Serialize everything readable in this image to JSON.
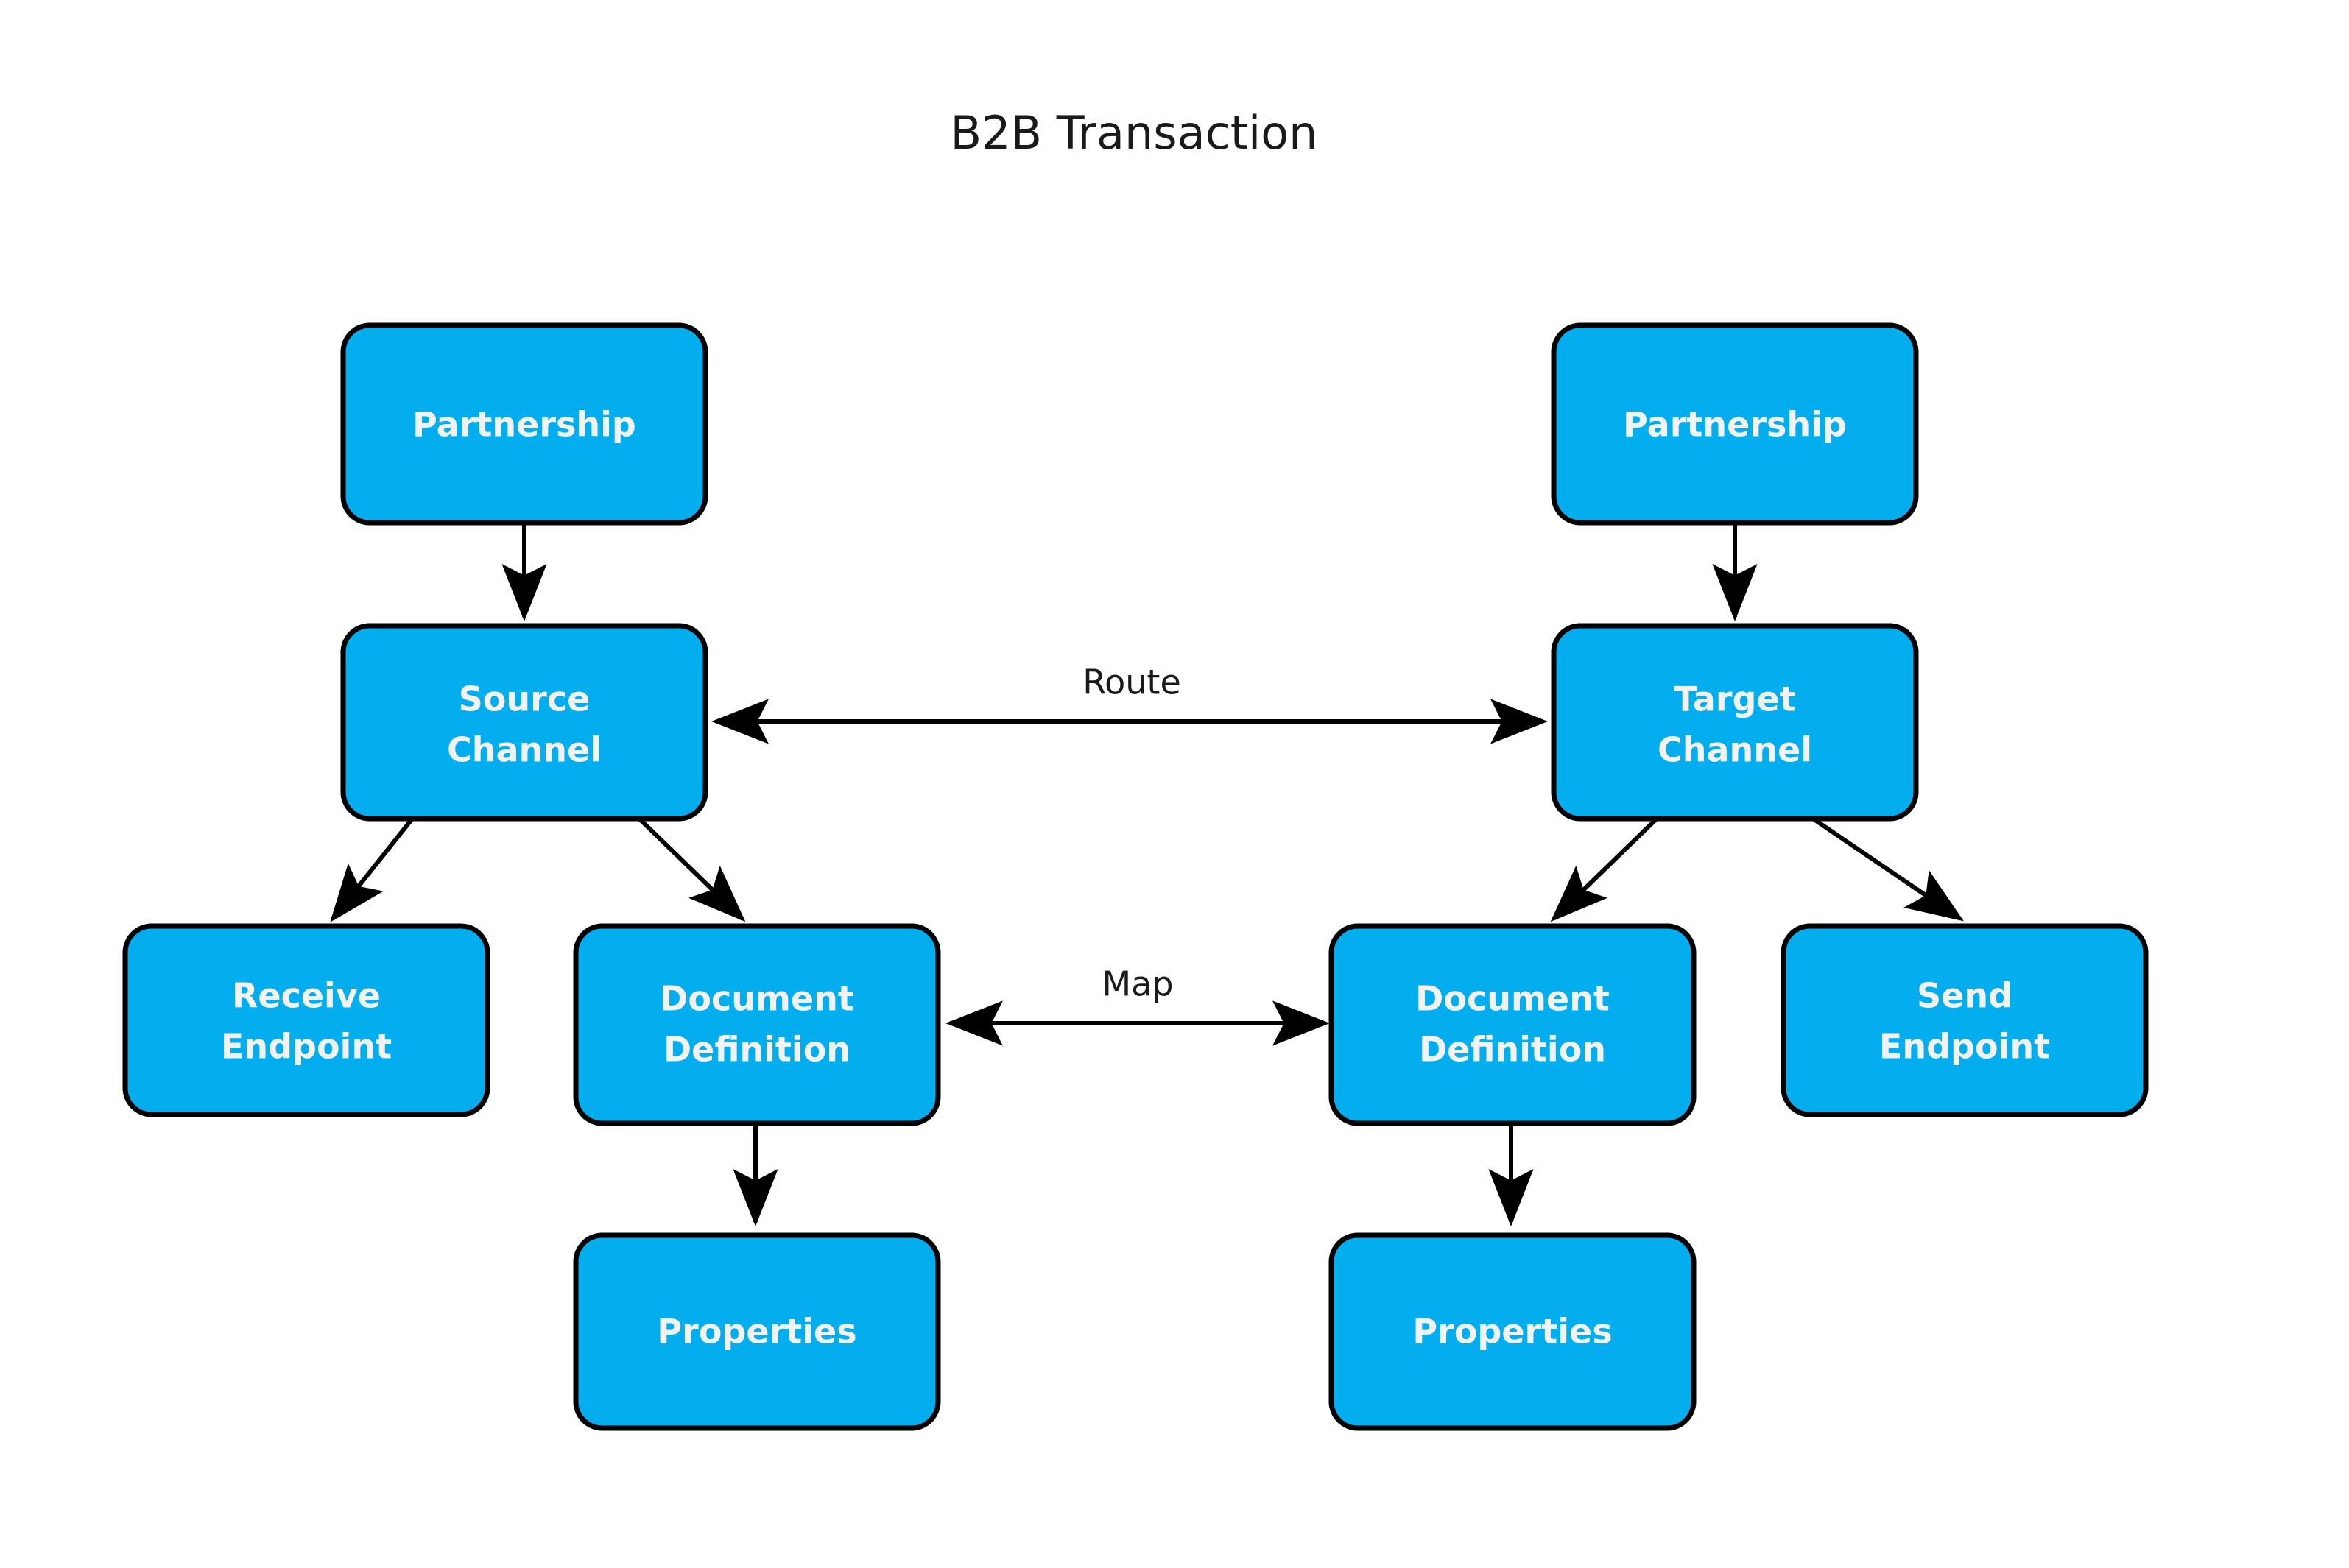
{
  "title": "B2B Transaction",
  "colors": {
    "node_fill": "#03ADEE",
    "node_border": "#000000",
    "node_text": "#f2f2f2",
    "edge": "#000000",
    "background": "#ffffff",
    "title_text": "#1a1a1a"
  },
  "nodes": [
    {
      "id": "source-partnership",
      "line1": "Partnership",
      "line2": ""
    },
    {
      "id": "target-partnership",
      "line1": "Partnership",
      "line2": ""
    },
    {
      "id": "source-channel",
      "line1": "Source",
      "line2": "Channel"
    },
    {
      "id": "target-channel",
      "line1": "Target",
      "line2": "Channel"
    },
    {
      "id": "receive-endpoint",
      "line1": "Receive",
      "line2": "Endpoint"
    },
    {
      "id": "source-document-definition",
      "line1": "Document",
      "line2": "Definition"
    },
    {
      "id": "target-document-definition",
      "line1": "Document",
      "line2": "Definition"
    },
    {
      "id": "send-endpoint",
      "line1": "Send",
      "line2": "Endpoint"
    },
    {
      "id": "source-properties",
      "line1": "Properties",
      "line2": ""
    },
    {
      "id": "target-properties",
      "line1": "Properties",
      "line2": ""
    }
  ],
  "edge_labels": {
    "route": "Route",
    "map": "Map"
  }
}
